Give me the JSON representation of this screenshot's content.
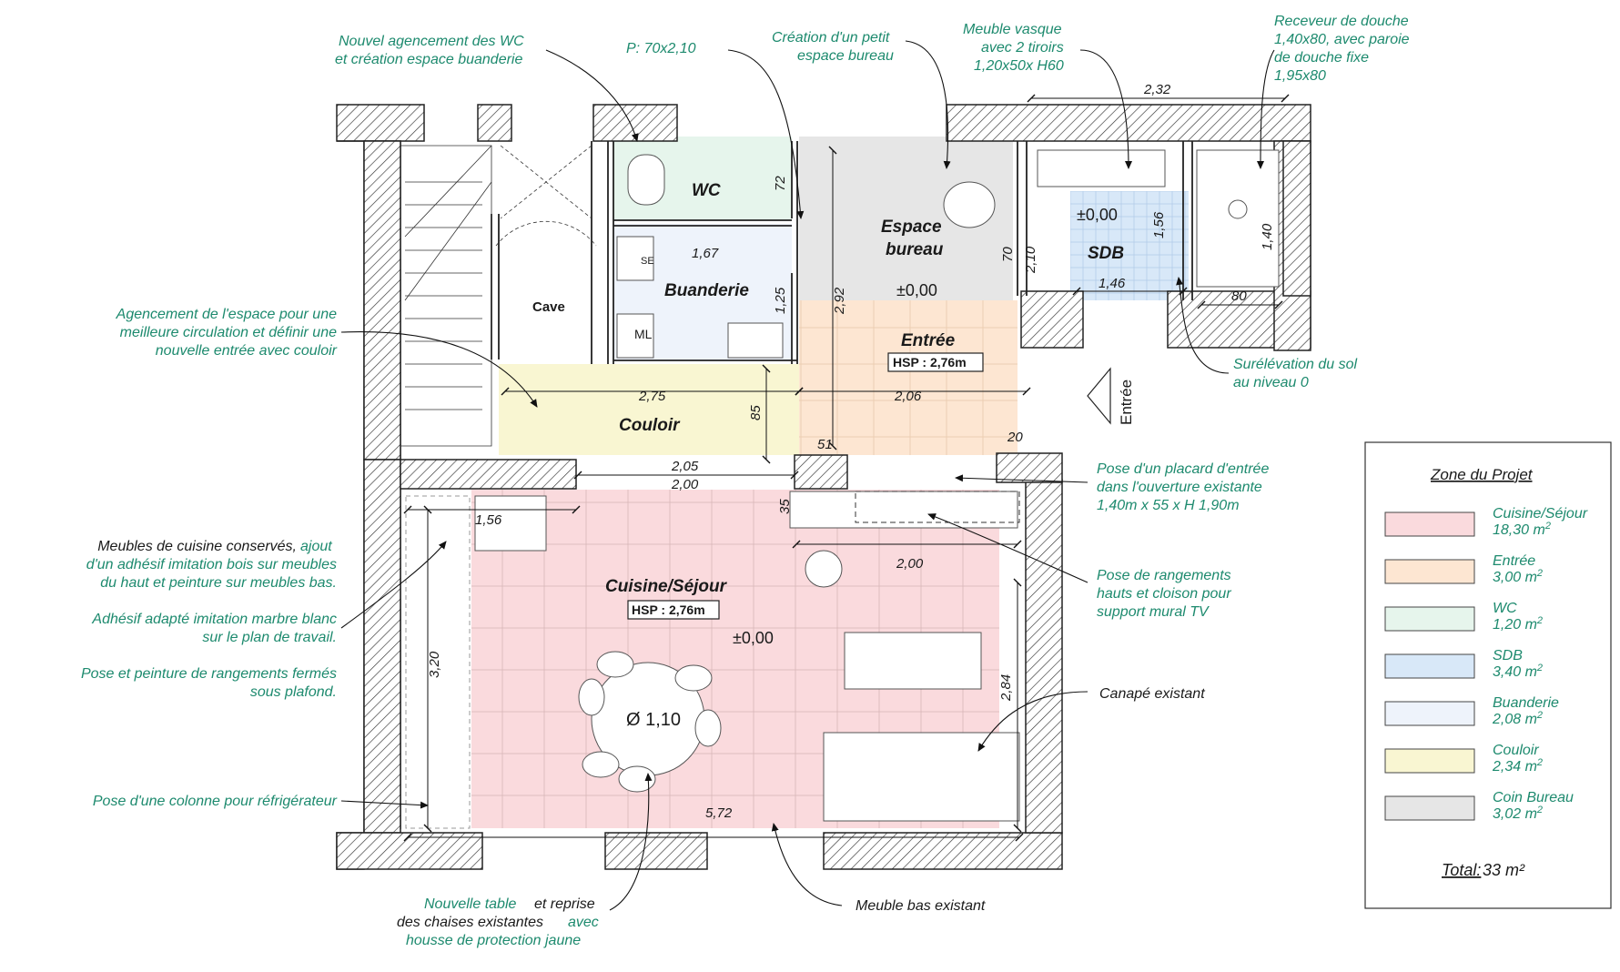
{
  "rooms": {
    "wc": "WC",
    "buanderie": "Buanderie",
    "espace_bureau_1": "Espace",
    "espace_bureau_2": "bureau",
    "sdb": "SDB",
    "entree": "Entrée",
    "couloir": "Couloir",
    "cuisine": "Cuisine/Séjour",
    "cave": "Cave"
  },
  "hsp": {
    "entree": "HSP : 2,76m",
    "cuisine": "HSP : 2,76m"
  },
  "levels": {
    "bureau": "±0,00",
    "sdb": "±0,00",
    "cuisine": "±0,00"
  },
  "table_diameter": "Ø 1,10",
  "entrance_arrow": "Entrée",
  "appliance_se": "SE",
  "appliance_ml": "ML",
  "dimensions": {
    "d232": "2,32",
    "d72": "72",
    "d167": "1,67",
    "d125": "1,25",
    "d292": "2,92",
    "d70": "70",
    "d210": "2,10",
    "d156": "1,56",
    "d140": "1,40",
    "d146": "1,46",
    "d80": "80",
    "d275": "2,75",
    "d206": "2,06",
    "d85": "85",
    "d51": "51",
    "d20": "20",
    "d205": "2,05",
    "d200a": "2,00",
    "d35": "35",
    "d156b": "1,56",
    "d200b": "2,00",
    "d320": "3,20",
    "d284": "2,84",
    "d572": "5,72"
  },
  "annotations": {
    "wc_agencement": [
      "Nouvel agencement des WC",
      "et création espace buanderie"
    ],
    "porte": [
      "P: 70x2,10"
    ],
    "bureau": [
      "Création d'un petit",
      "espace bureau"
    ],
    "vasque": [
      "Meuble vasque",
      "avec 2 tiroirs",
      "1,20x50x H60"
    ],
    "douche": [
      "Receveur de douche",
      "1,40x80, avec paroie",
      "de douche fixe",
      "1,95x80"
    ],
    "circulation": [
      "Agencement de l'espace pour une",
      "meilleure circulation et définir une",
      "nouvelle entrée avec couloir"
    ],
    "surelevation": [
      "Surélévation du sol",
      "au niveau 0"
    ],
    "placard": [
      "Pose d'un placard d'entrée",
      "dans l'ouverture existante",
      "1,40m x 55 x H 1,90m"
    ],
    "meubles_black": "Meubles de cuisine conservés,",
    "meubles_green": [
      "ajout",
      "d'un adhésif imitation bois sur meubles",
      "du haut et peinture sur meubles bas."
    ],
    "adhesif": [
      "Adhésif adapté imitation marbre blanc",
      "sur le plan de travail."
    ],
    "rangements_fermes": [
      "Pose et peinture de rangements fermés",
      "sous plafond."
    ],
    "rangements_tv": [
      "Pose de rangements",
      "hauts et cloison pour",
      "support mural TV"
    ],
    "canape": "Canapé existant",
    "refrigerateur": "Pose d'une colonne pour réfrigérateur",
    "table_green1": "Nouvelle table",
    "table_black1": "et reprise",
    "table_black2": "des chaises existantes",
    "table_green2": "avec",
    "table_green3": "housse de protection jaune",
    "meuble_bas": "Meuble bas existant"
  },
  "legend": {
    "title": "Zone du Projet",
    "items": [
      {
        "name": "Cuisine/Séjour",
        "area": "18,30 m",
        "color": "#fadadd"
      },
      {
        "name": "Entrée",
        "area": "3,00 m",
        "color": "#fde6d2"
      },
      {
        "name": "WC",
        "area": "1,20 m",
        "color": "#e6f5ec"
      },
      {
        "name": "SDB",
        "area": "3,40 m",
        "color": "#d8e8f8"
      },
      {
        "name": "Buanderie",
        "area": "2,08 m",
        "color": "#eef3fb"
      },
      {
        "name": "Couloir",
        "area": "2,34 m",
        "color": "#f9f6d2"
      },
      {
        "name": "Coin Bureau",
        "area": "3,02 m",
        "color": "#e6e6e6"
      }
    ],
    "superscript": "2",
    "total_label": "Total:",
    "total_value": " 33 m²"
  },
  "colors": {
    "wall": "#ffffff",
    "stroke": "#222222",
    "annotation": "#1d8a6e"
  }
}
